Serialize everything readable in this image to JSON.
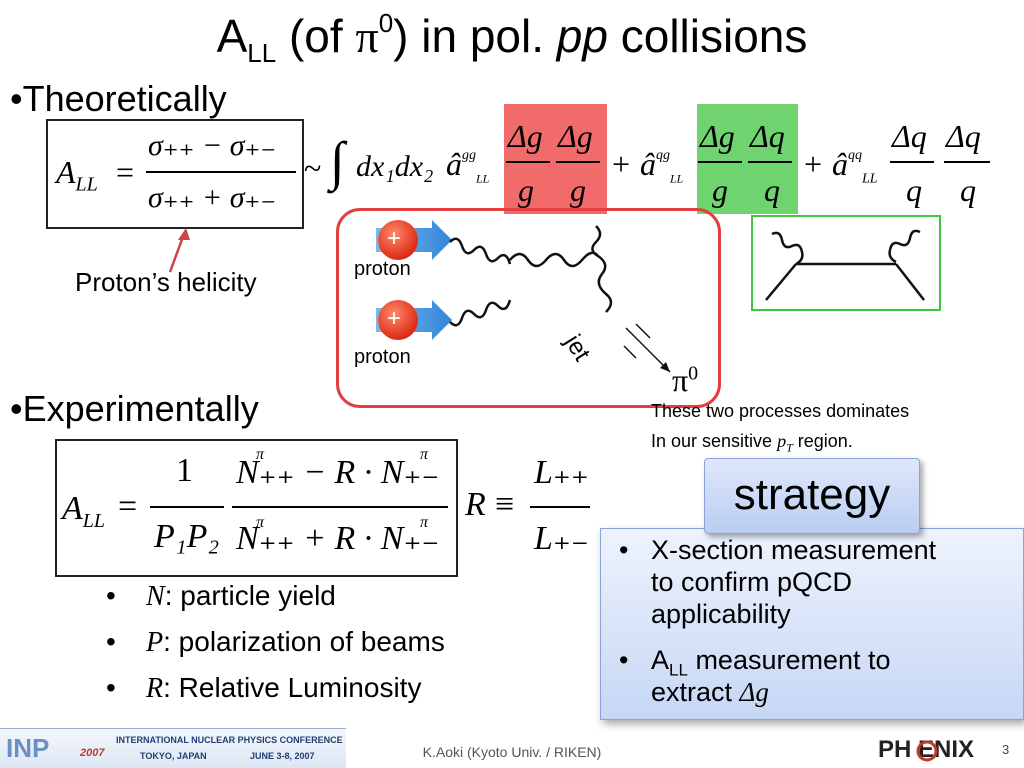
{
  "title": {
    "pre": "A",
    "sub": "LL",
    "mid": " (of ",
    "pi": "π",
    "sup": "0",
    "post": ") in pol. ",
    "pp": "pp",
    "end": " collisions"
  },
  "theoretically": "•Theoretically",
  "experimentally": "•Experimentally",
  "helicity_label": "Proton’s helicity",
  "proton_label_1": "proton",
  "proton_label_2": "proton",
  "plus_1": "+",
  "plus_2": "+",
  "jet_label": "jet",
  "pi0": {
    "pi": "π",
    "sup": "0"
  },
  "processes_note": {
    "line1": "These two processes dominates",
    "line2_pre": "In our sensitive ",
    "pt": "p",
    "pt_sub": "T",
    "line2_post": " region."
  },
  "formula_theory": {
    "A": "A",
    "LL": "LL",
    "eq": "=",
    "num": "σ₊₊ − σ₊₋",
    "den": "σ₊₊ + σ₊₋",
    "sim": "~",
    "int": "∫",
    "dx": "dx₁dx₂",
    "term1": "â",
    "t1sup": "gg",
    "t1sub": "LL",
    "frac_num": "Δg",
    "frac_den": "g",
    "frac_num_q": "Δq",
    "frac_den_q": "q",
    "plus": "+",
    "t2sup": "qg",
    "t2sub": "LL",
    "t3sup": "qq",
    "t3sub": "LL"
  },
  "formula_exp": {
    "A": "A",
    "LL": "LL",
    "eq": "=",
    "one": "1",
    "P1P2": "P₁P₂",
    "num": "N₊₊ − R · N₊₋",
    "den": "N₊₊ + R · N₊₋",
    "pi_sup": "π",
    "R": "R",
    "equiv": "≡",
    "Lnum": "L₊₊",
    "Lden": "L₊₋"
  },
  "bullets": [
    {
      "sym": "N",
      "text": ": particle yield"
    },
    {
      "sym": "P",
      "text": ": polarization of beams"
    },
    {
      "sym": "R",
      "text": ": Relative Luminosity"
    }
  ],
  "bullet_dot": "•",
  "strategy": "strategy",
  "strategy_items": [
    {
      "bul": "•",
      "lines": [
        "X-section measurement",
        "to confirm pQCD",
        "applicability"
      ]
    },
    {
      "bul": "•",
      "pre": "A",
      "sub": "LL",
      "post": " measurement to",
      "line2_pre": "extract ",
      "line2_sym": "Δg"
    }
  ],
  "footer": "K.Aoki (Kyoto Univ. / RIKEN)",
  "page_number": "3",
  "logo_inpc": {
    "mark": "INP",
    "year": "2007",
    "name": "International Nuclear Physics Conference",
    "place": "Tokyo, Japan",
    "dates": "June 3-8, 2007"
  },
  "logo_phenix": "PH ENIX",
  "colors": {
    "red_box": "#e43d3d",
    "green_box": "#3fc43f",
    "arrow_blue": "#2f86d8",
    "proton_red": "#e8261b"
  }
}
